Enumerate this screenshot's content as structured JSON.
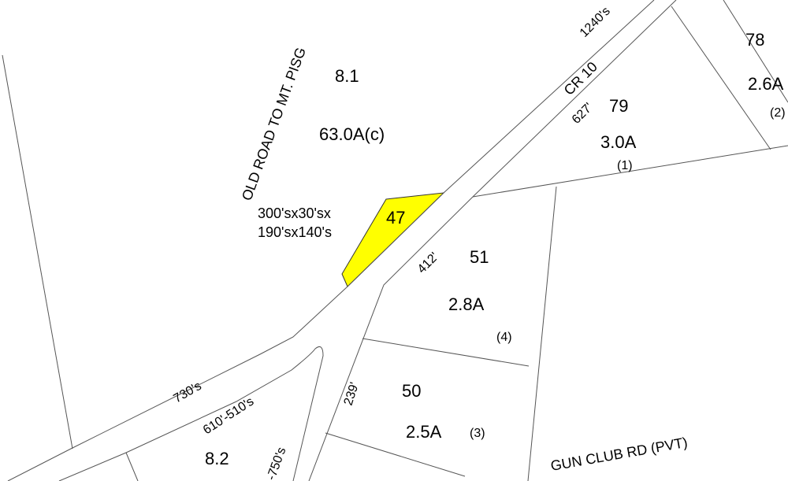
{
  "highlight_color": "#ffff00",
  "parcels": {
    "p47": {
      "id": "47"
    },
    "p8_1": {
      "id": "8.1",
      "area": "63.0A(c)",
      "dims1": "300'sx30'sx",
      "dims2": "190'sx140's"
    },
    "p79": {
      "id": "79",
      "area": "3.0A",
      "note": "(1)"
    },
    "p78": {
      "id": "78",
      "area": "2.6A",
      "note": "(2)"
    },
    "p51": {
      "id": "51",
      "area": "2.8A",
      "note": "(4)"
    },
    "p50": {
      "id": "50",
      "area": "2.5A",
      "note": "(3)"
    },
    "p8_2": {
      "id": "8.2"
    }
  },
  "roads": {
    "cr10": "CR 10",
    "old_road": "OLD ROAD TO MT. PISG",
    "gun_club": "GUN CLUB RD (PVT)"
  },
  "dimensions": {
    "d1240": "1240's",
    "d627": "627'",
    "d412": "412'",
    "d730": "730's",
    "d610": "610'-510's",
    "d750": "-750's",
    "d239": "239'"
  }
}
